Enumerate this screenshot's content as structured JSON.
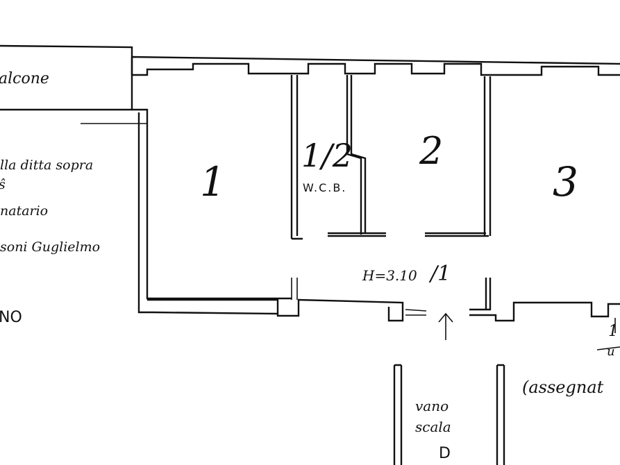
{
  "plan": {
    "balcony_label": "alcone",
    "notes": [
      "lla ditta sopra",
      "ŝ",
      "natario",
      "soni Guglielmo"
    ],
    "floor_fragment": "NO",
    "rooms": {
      "room_1": "1",
      "room_half": "1/2",
      "room_2": "2",
      "room_3": "3"
    },
    "wc_label": "W.C.B.",
    "height_label": "H=3.10",
    "height_suffix": "/1",
    "stair_lines": [
      "vano",
      "scala",
      "D"
    ],
    "assigned_label": "(assegnat",
    "right_fragment_1": "1",
    "right_fragment_2": "u"
  }
}
